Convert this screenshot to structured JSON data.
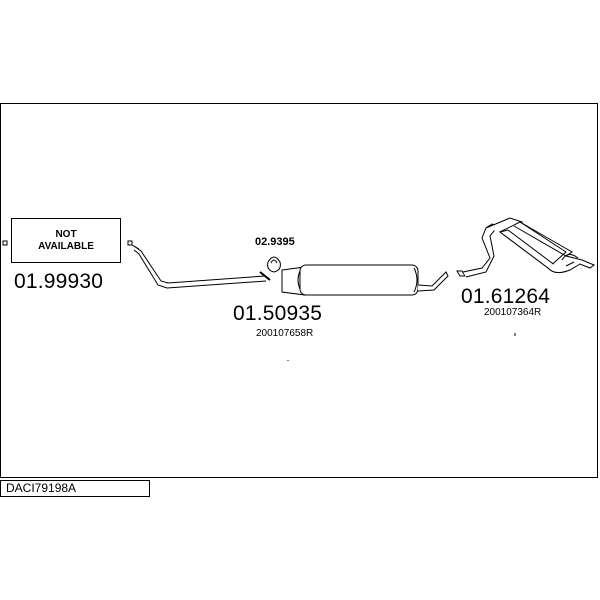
{
  "not_available": {
    "line1": "NOT",
    "line2": "AVAILABLE"
  },
  "parts": {
    "front": {
      "number": "01.99930"
    },
    "middle": {
      "number": "01.50935",
      "oem": "200107658R"
    },
    "clamp": {
      "number": "02.9395"
    },
    "rear": {
      "number": "01.61264",
      "oem": "200107364R"
    }
  },
  "reference": "DACI79198A",
  "colors": {
    "line": "#000000",
    "background": "#ffffff"
  }
}
